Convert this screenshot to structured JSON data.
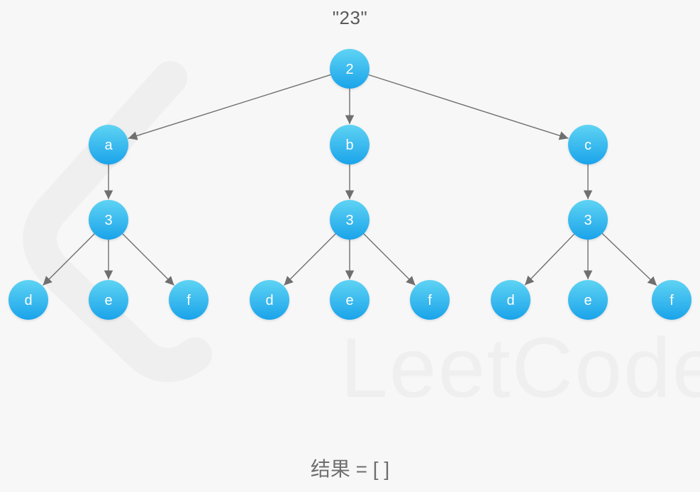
{
  "title": "\"23\"",
  "watermark": {
    "text": "LeetCode"
  },
  "tree": {
    "root": "2",
    "letters": [
      {
        "label": "a",
        "digit": "3",
        "children": [
          "d",
          "e",
          "f"
        ]
      },
      {
        "label": "b",
        "digit": "3",
        "children": [
          "d",
          "e",
          "f"
        ]
      },
      {
        "label": "c",
        "digit": "3",
        "children": [
          "d",
          "e",
          "f"
        ]
      }
    ]
  },
  "result": {
    "label": "结果",
    "operator": "=",
    "value": "[ ]"
  },
  "colors": {
    "node_top": "#5fd3f3",
    "node_bottom": "#1aa3ea",
    "edge": "#6f6f6f",
    "background": "#f7f7f7",
    "watermark": "#ececec"
  }
}
